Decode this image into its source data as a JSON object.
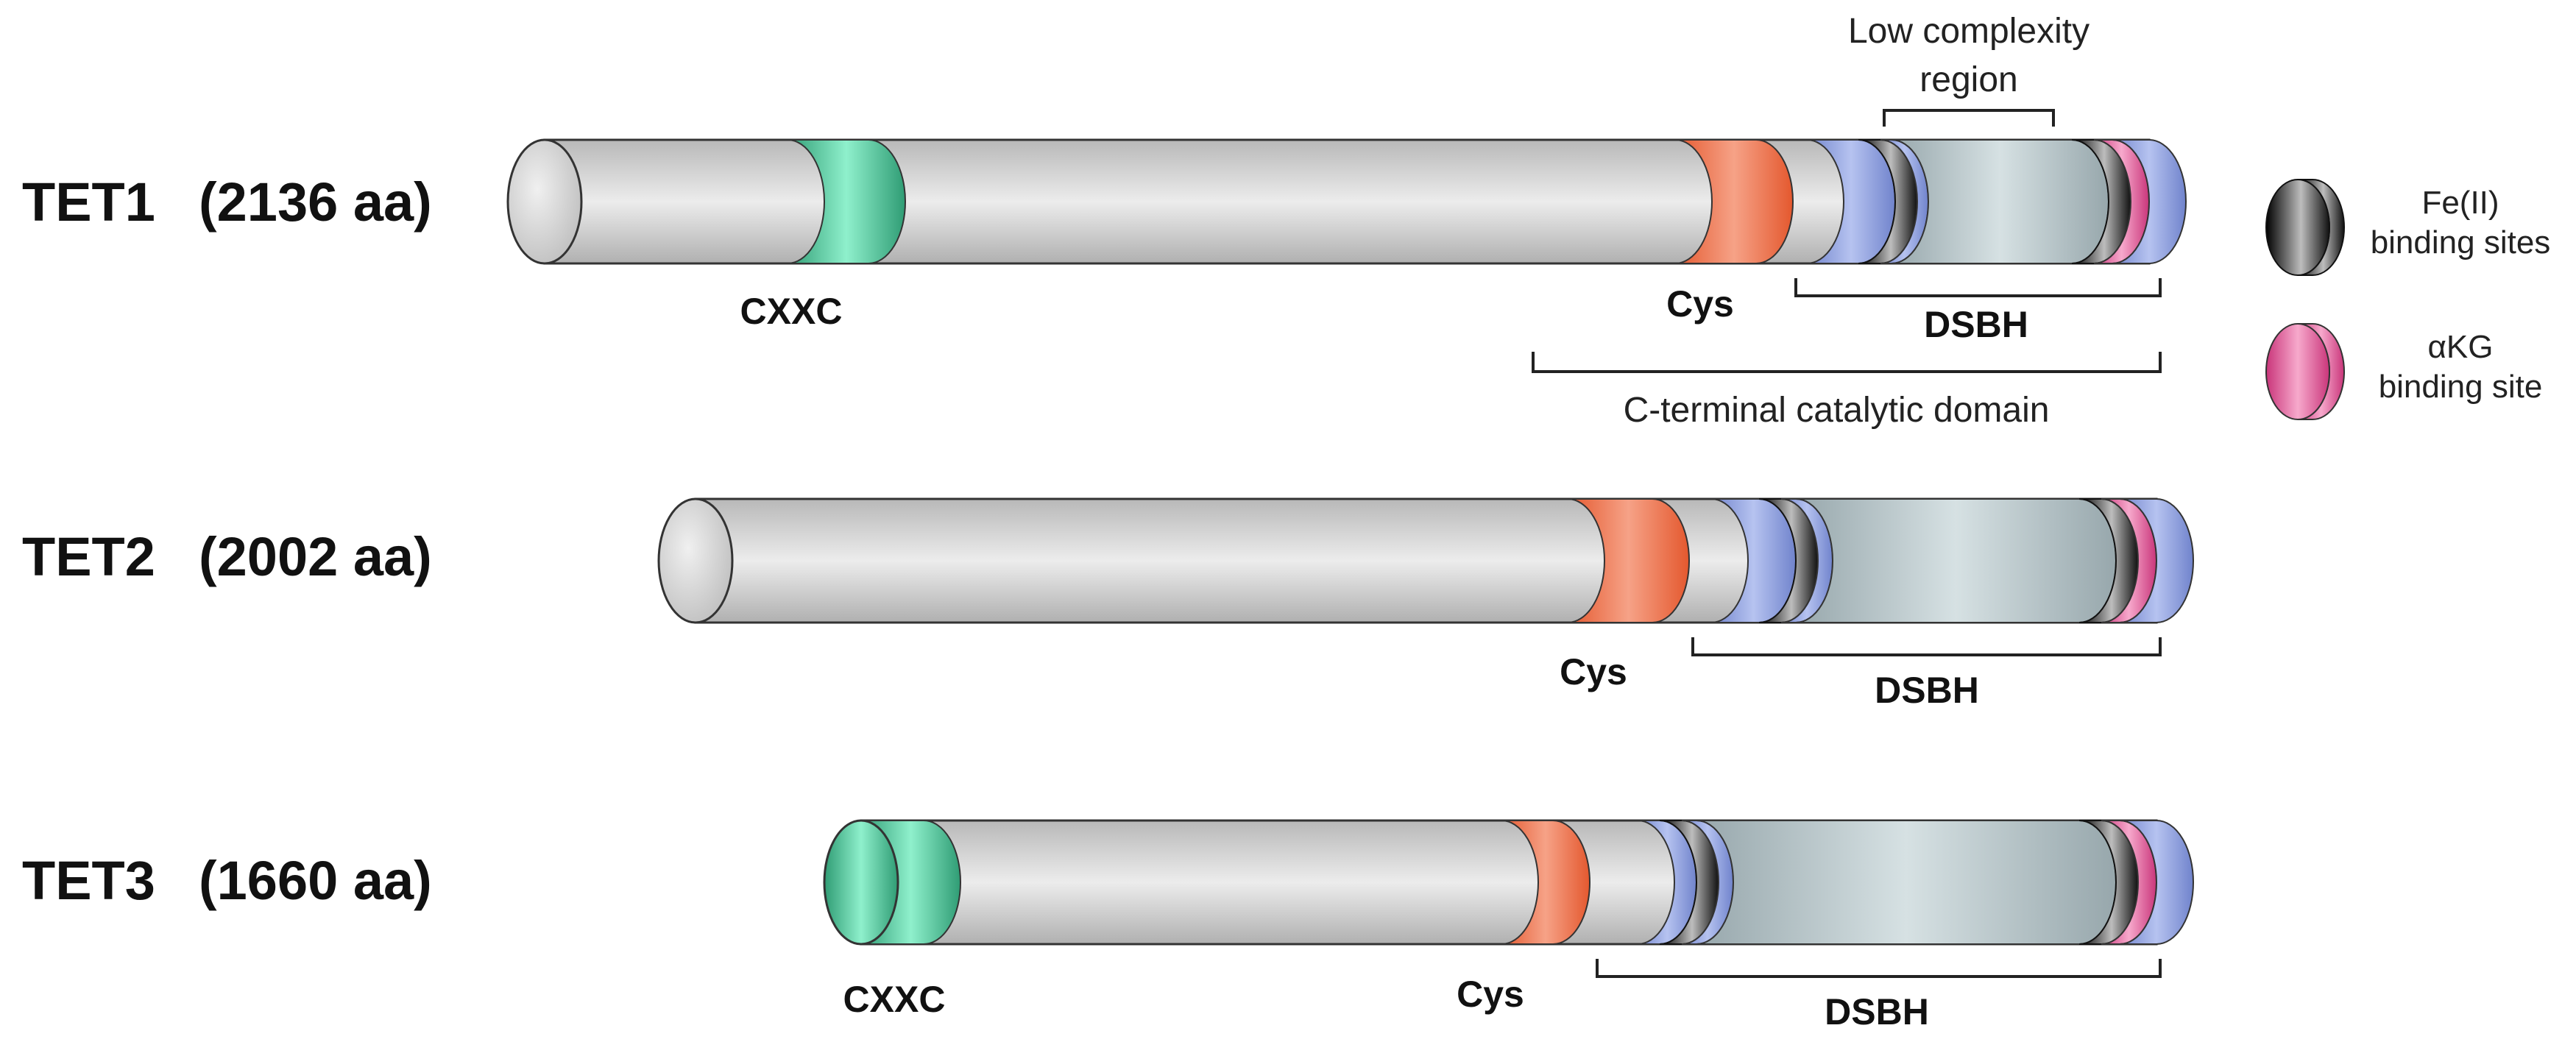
{
  "proteins": [
    {
      "name": "TET1",
      "length": "(2136 aa)",
      "cxxc": "CXXC",
      "cys": "Cys",
      "dsbh": "DSBH"
    },
    {
      "name": "TET2",
      "length": "(2002 aa)",
      "cys": "Cys",
      "dsbh": "DSBH"
    },
    {
      "name": "TET3",
      "length": "(1660 aa)",
      "cxxc": "CXXC",
      "cys": "Cys",
      "dsbh": "DSBH"
    }
  ],
  "annotations": {
    "low_complexity_line1": "Low complexity",
    "low_complexity_line2": "region",
    "catalytic_domain": "C-terminal catalytic domain"
  },
  "legend": {
    "fe_line1": "Fe(II)",
    "fe_line2": "binding sites",
    "akg_line1": "αKG",
    "akg_line2": "binding site"
  },
  "colors": {
    "body": "#d9d9d9",
    "cxxc": "#4fc79c",
    "cys": "#ec6e45",
    "dsbh_flank": "#8ea0dd",
    "low_complexity": "#b3c2c6",
    "fe_site": "#1a1a1a",
    "akg_site": "#e0609d"
  }
}
